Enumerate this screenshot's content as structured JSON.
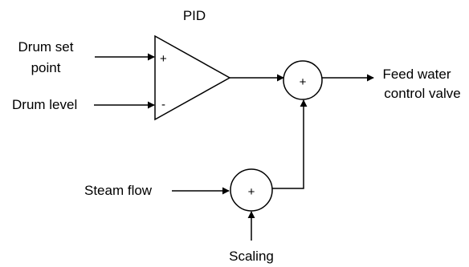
{
  "diagram": {
    "title": "PID",
    "inputs": {
      "drum_set_point_line1": "Drum set",
      "drum_set_point_line2": "point",
      "drum_level": "Drum level",
      "steam_flow": "Steam flow",
      "scaling": "Scaling"
    },
    "pid_signs": {
      "plus": "+",
      "minus": "-"
    },
    "summers": {
      "main_sign": "+",
      "steam_sign": "+"
    },
    "output": {
      "line1": "Feed water",
      "line2": "control valve"
    },
    "colors": {
      "stroke": "#000000",
      "background": "#ffffff"
    }
  }
}
